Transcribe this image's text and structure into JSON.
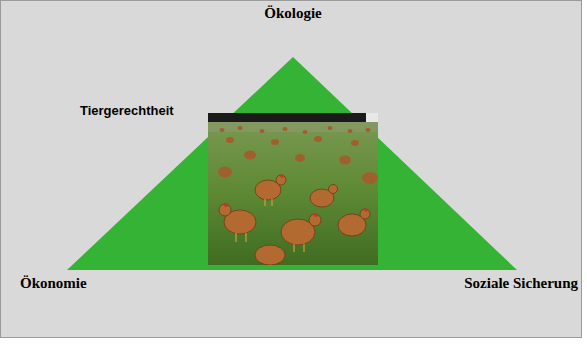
{
  "diagram": {
    "labels": [
      "Ökologie",
      "Tiergerechtheit",
      "Ökonomie",
      "Soziale Sicherung"
    ]
  }
}
